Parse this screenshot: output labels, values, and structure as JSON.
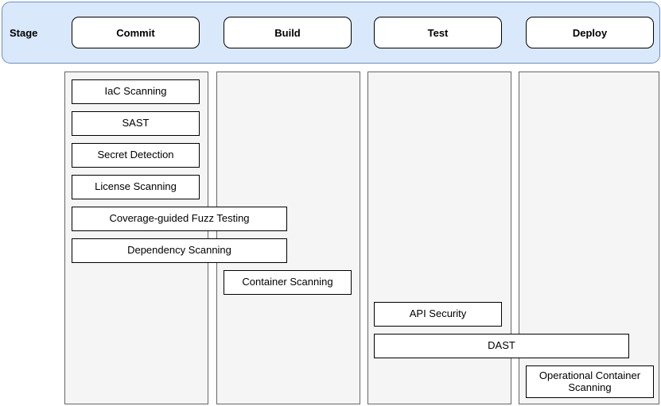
{
  "stage_bar": {
    "label": "Stage",
    "stages": [
      "Commit",
      "Build",
      "Test",
      "Deploy"
    ]
  },
  "tools": [
    {
      "label": "IaC Scanning",
      "stage": "Commit"
    },
    {
      "label": "SAST",
      "stage": "Commit"
    },
    {
      "label": "Secret Detection",
      "stage": "Commit"
    },
    {
      "label": "License Scanning",
      "stage": "Commit"
    },
    {
      "label": "Coverage-guided Fuzz Testing",
      "stage": "Commit"
    },
    {
      "label": "Dependency Scanning",
      "stage": "Commit"
    },
    {
      "label": "Container Scanning",
      "stage": "Build"
    },
    {
      "label": "API Security",
      "stage": "Test"
    },
    {
      "label": "DAST",
      "stage": "Test"
    },
    {
      "label": "Operational Container Scanning",
      "stage": "Deploy"
    }
  ],
  "colors": {
    "banner_fill": "#dae8fc",
    "banner_border": "#6c8ebf",
    "column_fill": "#f5f5f5",
    "column_border": "#666666",
    "box_fill": "#ffffff",
    "box_border": "#000000",
    "text": "#000000"
  }
}
